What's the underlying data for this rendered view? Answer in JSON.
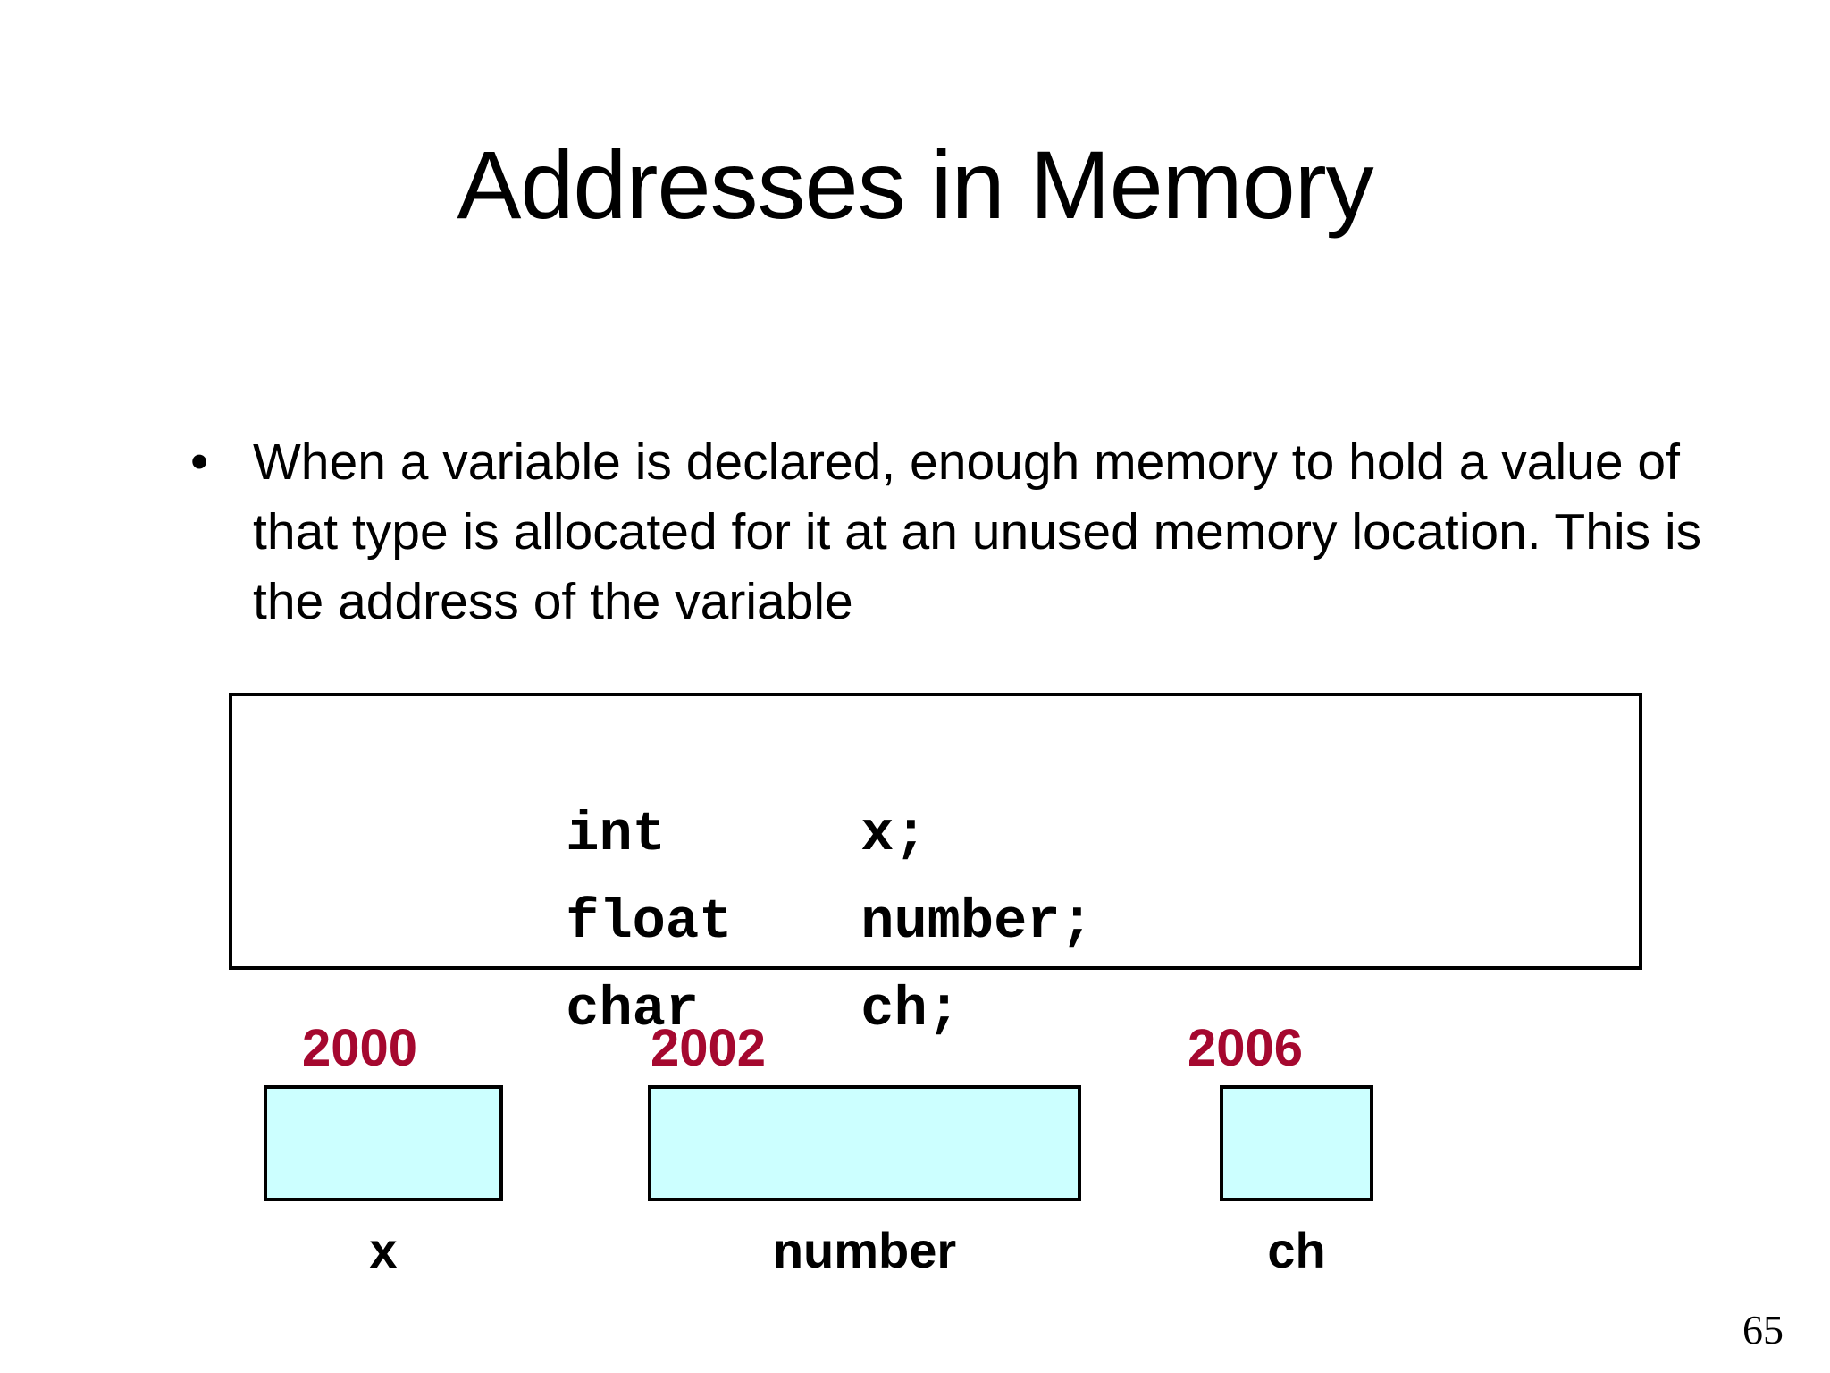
{
  "slide": {
    "title": "Addresses in Memory",
    "page_number": "65",
    "background_color": "#FFFFFF"
  },
  "bullets": [
    {
      "marker": "•",
      "text": "When a variable is declared, enough memory to hold a value of that type is allocated for it at an unused memory location.  This is the address of the variable"
    }
  ],
  "code_box": {
    "lines": [
      {
        "type": "int",
        "variable": "x;"
      },
      {
        "type": "float",
        "variable": "number;"
      },
      {
        "type": "char",
        "variable": "ch;"
      }
    ]
  },
  "memory_diagram": {
    "address_color": "#A5082F",
    "cell_fill_color": "#CCFFFF",
    "cell_border_color": "#000000",
    "cells": [
      {
        "address": "2000",
        "label": "x",
        "bytes": "2"
      },
      {
        "address": "2002",
        "label": "number",
        "bytes": "4"
      },
      {
        "address": "2006",
        "label": "ch",
        "bytes": "1"
      }
    ]
  }
}
